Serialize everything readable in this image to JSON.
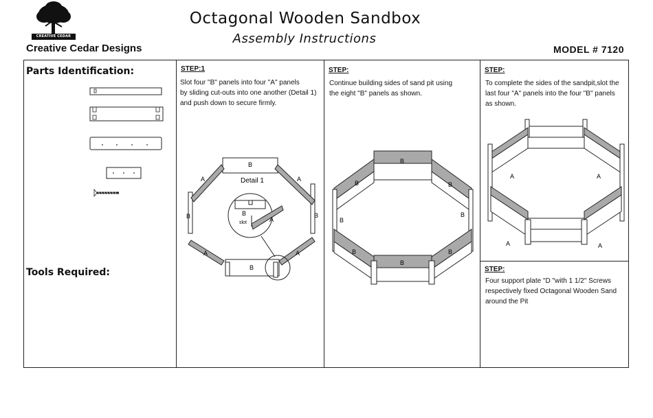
{
  "header": {
    "logo_text": "CREATIVE CEDAR DESIGNS",
    "company": "Creative Cedar Designs",
    "title": "Octagonal Wooden Sandbox",
    "subtitle": "Assembly  Instructions",
    "model": "MODEL # 7120"
  },
  "parts": {
    "heading": "Parts Identification:",
    "items": [
      "panel-a-icon",
      "panel-b-icon",
      "panel-c-icon",
      "support-plate-d-icon",
      "screw-icon"
    ]
  },
  "tools": {
    "heading": "Tools Required:"
  },
  "step1": {
    "label": "STEP:1",
    "lines": [
      "Slot four \"B\" panels into four \"A\" panels",
      "by sliding cut-outs into one another (Detail 1)",
      "and push down to secure firmly."
    ],
    "detail_label": "Detail 1",
    "slot_label": "slot",
    "panel_a": "A",
    "panel_b": "B"
  },
  "step2": {
    "label": "STEP:",
    "lines": [
      "Continue building sides of sand pit using",
      "the eight \"B\" panels as shown."
    ],
    "panel_b": "B"
  },
  "step3": {
    "label": "STEP:",
    "lines": [
      "To complete the sides of the sandpit,slot the",
      "last four \"A\" panels into the four \"B\" panels",
      "as shown."
    ],
    "panel_a": "A"
  },
  "step4": {
    "label": "STEP:",
    "lines": [
      "Four support plate \"D \"with 1 1/2\" Screws",
      "respectively fixed Octagonal Wooden Sand",
      "around the Pit"
    ]
  },
  "colors": {
    "panel_gray": "#a9a9a9",
    "line": "#222222"
  }
}
